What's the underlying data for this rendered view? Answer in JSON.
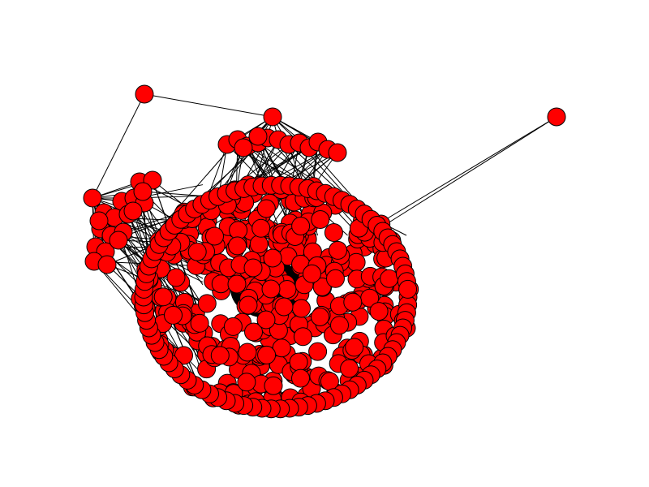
{
  "figure": {
    "background": "#ffffff"
  },
  "graph": {
    "node_fill": "#ff0000",
    "node_stroke": "#000000",
    "edge_color": "#000000",
    "hubs": [
      "hub-top-left",
      "hub-left",
      "hub-top",
      "hub-far-right"
    ],
    "clusters": [
      "main-cluster",
      "top-cluster",
      "left-cluster"
    ]
  }
}
